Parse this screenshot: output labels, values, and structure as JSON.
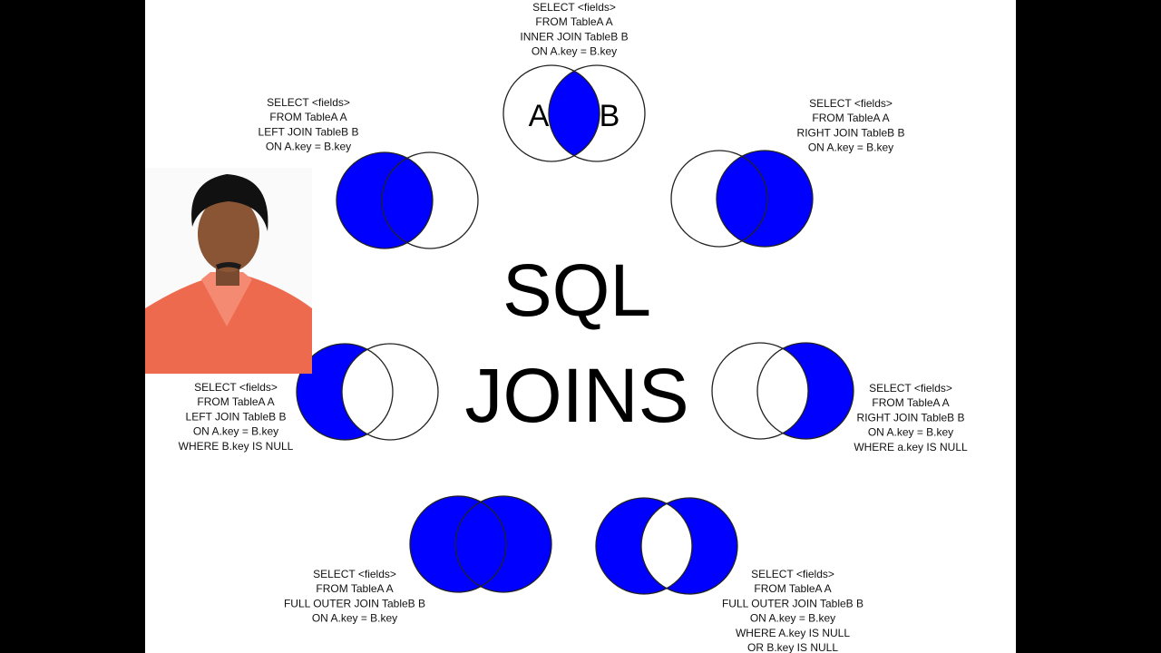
{
  "colors": {
    "fill": "#0000ff",
    "outline": "#222222",
    "background": "#ffffff",
    "bars": "#000000"
  },
  "title": {
    "line1": "SQL",
    "line2": "JOINS"
  },
  "circle_labels": {
    "a": "A",
    "b": "B"
  },
  "joins": [
    {
      "id": "inner",
      "fill": "intersection",
      "lines": [
        "SELECT <fields>",
        "FROM TableA  A",
        "INNER JOIN TableB  B",
        "ON A.key = B.key"
      ]
    },
    {
      "id": "left",
      "fill": "a",
      "lines": [
        "SELECT <fields>",
        "FROM TableA  A",
        "LEFT JOIN TableB  B",
        "ON A.key = B.key"
      ]
    },
    {
      "id": "right",
      "fill": "b",
      "lines": [
        "SELECT <fields>",
        "FROM TableA  A",
        "RIGHT JOIN TableB  B",
        "ON A.key = B.key"
      ]
    },
    {
      "id": "left-excl",
      "fill": "a-only",
      "lines": [
        "SELECT <fields>",
        "FROM TableA  A",
        "LEFT JOIN TableB  B",
        "ON A.key = B.key",
        "WHERE B.key IS NULL"
      ]
    },
    {
      "id": "right-excl",
      "fill": "b-only",
      "lines": [
        "SELECT <fields>",
        "FROM TableA  A",
        "RIGHT JOIN TableB  B",
        "ON A.key = B.key",
        "WHERE a.key IS NULL"
      ]
    },
    {
      "id": "full",
      "fill": "both",
      "lines": [
        "SELECT <fields>",
        "FROM TableA  A",
        "FULL OUTER JOIN TableB  B",
        "ON A.key = B.key"
      ]
    },
    {
      "id": "full-excl",
      "fill": "xor",
      "lines": [
        "SELECT <fields>",
        "FROM TableA  A",
        "FULL OUTER JOIN TableB  B",
        "ON A.key = B.key",
        "WHERE A.key IS NULL",
        "OR B.key IS NULL"
      ]
    }
  ]
}
